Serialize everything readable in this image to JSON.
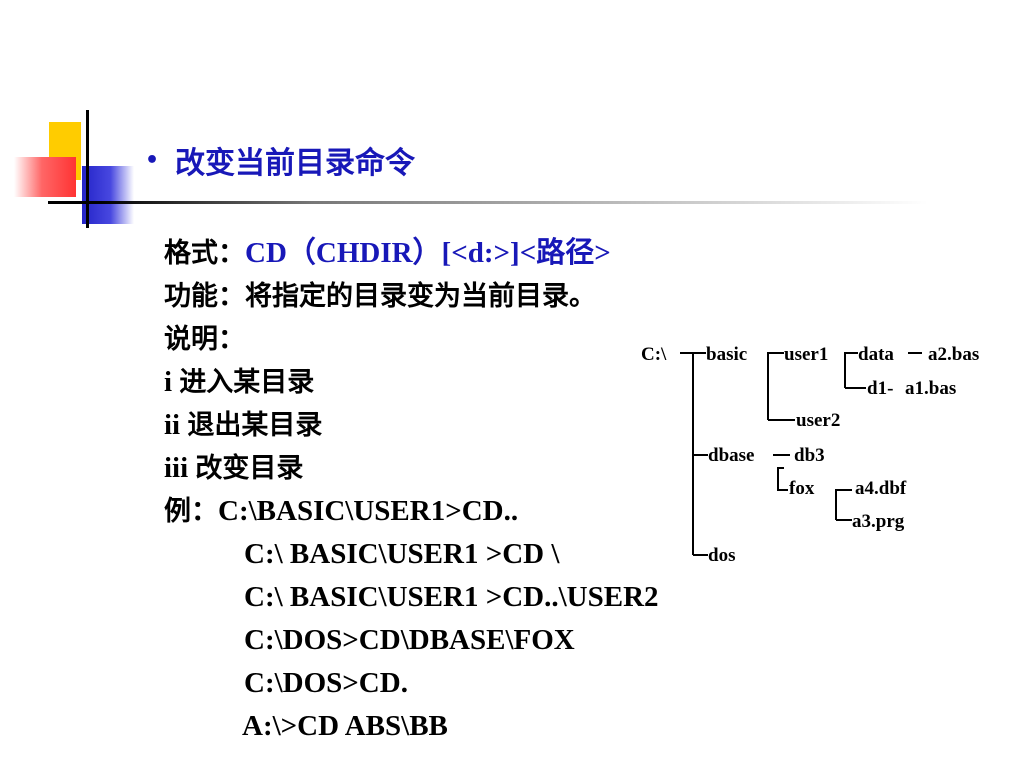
{
  "title": "改变当前目录命令",
  "bullet": "•",
  "format": {
    "label": "格式：",
    "command": "CD（CHDIR）[<d:>]<路径>"
  },
  "function_line": "功能：将指定的目录变为当前目录。",
  "note_label": "说明：",
  "notes": [
    {
      "num": "i",
      "text": "进入某目录"
    },
    {
      "num": "ii",
      "text": "退出某目录"
    },
    {
      "num": "iii",
      "text": "改变目录"
    }
  ],
  "example_label": "例：",
  "examples": [
    "C:\\BASIC\\USER1>CD..",
    "C:\\ BASIC\\USER1 >CD \\",
    "C:\\ BASIC\\USER1 >CD..\\USER2",
    "C:\\DOS>CD\\DBASE\\FOX",
    "C:\\DOS>CD.",
    "A:\\>CD ABS\\BB"
  ],
  "tree": {
    "root": "C:\\",
    "basic": "basic",
    "user1": "user1",
    "data": "data",
    "a2": "a2.bas",
    "d1": "d1-",
    "a1": "a1.bas",
    "user2": "user2",
    "dbase": "dbase",
    "db3": "db3",
    "fox": "fox",
    "a4": "a4.dbf",
    "a3": "a3.prg",
    "dos": "dos"
  },
  "colors": {
    "accent_blue": "#1818B8",
    "deco_yellow": "#FFCC00",
    "deco_red": "#FF3333",
    "deco_blue": "#2424C8"
  }
}
